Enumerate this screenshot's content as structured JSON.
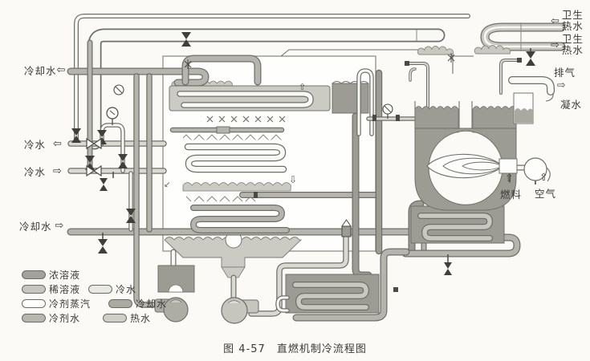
{
  "figure": {
    "fig_no": "图 4-57",
    "title": "直燃机制冷流程图"
  },
  "labels": {
    "cooling_water_out": {
      "text": "冷却水",
      "arrow": "⇦"
    },
    "chilled_water_out": {
      "text": "冷水",
      "arrow": "⇦"
    },
    "chilled_water_in": {
      "text": "冷水",
      "arrow": "⇨"
    },
    "cooling_water_in": {
      "text": "冷却水",
      "arrow": "⇨"
    },
    "sanitary_hot_water_out": {
      "line1": "卫生",
      "line2": "热水",
      "arrow": "⇦"
    },
    "sanitary_hot_water_in": {
      "line1": "卫生",
      "line2": "热水",
      "arrow": "⇨"
    },
    "exhaust": {
      "text": "排气",
      "arrow": "⇨"
    },
    "condensate": {
      "text": "凝水"
    },
    "fuel": {
      "text": "燃料",
      "arrow": "⇧"
    },
    "air": {
      "text": "空气",
      "arrow": "⇧"
    }
  },
  "legend": {
    "items": [
      {
        "label": "浓溶液",
        "color": "#a2a29a"
      },
      {
        "label": "稀溶液",
        "color": "#c6c6bf"
      },
      {
        "label": "冷剂蒸汽",
        "color": "#ffffff"
      },
      {
        "label": "冷剂水",
        "color": "#b7b7b0"
      },
      {
        "label": "冷水",
        "color": "#e9e9e4"
      },
      {
        "label": "冷却水",
        "color": "#aaaaa2"
      },
      {
        "label": "热水",
        "color": "#cfcfc8"
      }
    ]
  },
  "colors": {
    "background": "#fbfaf7",
    "pipe_outline": "#6f6f6a",
    "vessel_dark": "#9c9c94",
    "pool_light": "#cbcbc4",
    "ink": "#3a3a35"
  }
}
